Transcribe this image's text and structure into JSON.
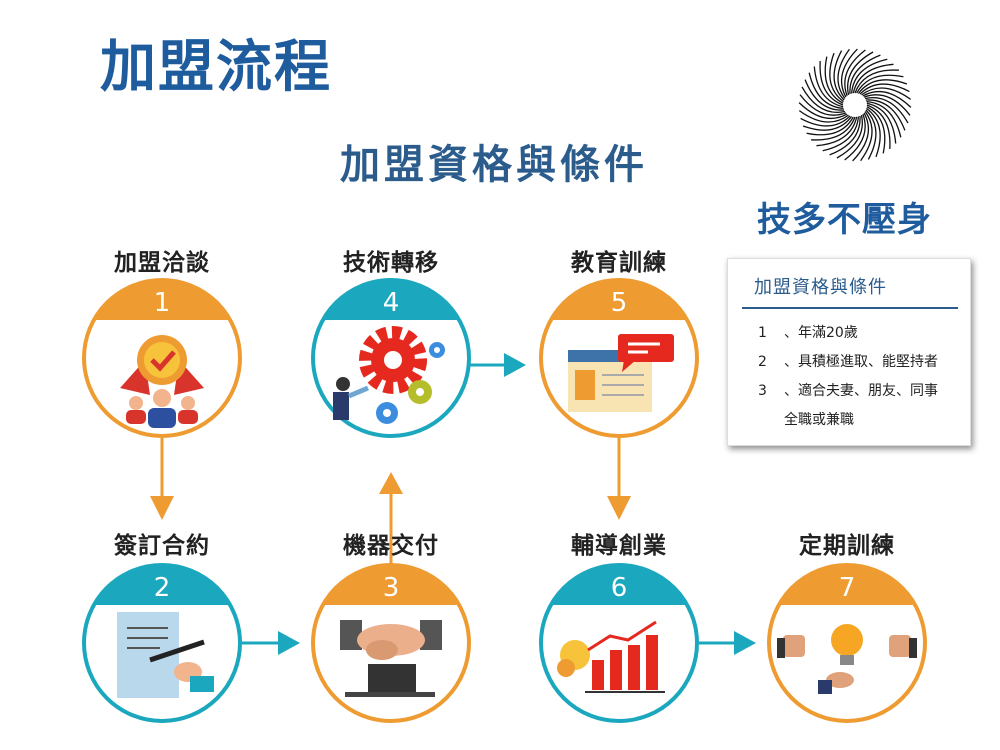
{
  "title": "加盟流程",
  "subtitle": "加盟資格與條件",
  "slogan": "技多不壓身",
  "colors": {
    "orange": "#EE9C32",
    "teal": "#1BA8BE",
    "blue": "#1E5C9E"
  },
  "card": {
    "title": "加盟資格與條件",
    "items": [
      {
        "num": "1",
        "text": "、年滿20歲"
      },
      {
        "num": "2",
        "text": "、具積極進取、能堅持者"
      },
      {
        "num": "3",
        "text": "、適合夫妻、朋友、同事"
      },
      {
        "num": "",
        "text": "全職或兼職"
      }
    ]
  },
  "steps": [
    {
      "num": "1",
      "label": "加盟洽談",
      "icon": "award-team-icon"
    },
    {
      "num": "2",
      "label": "簽訂合約",
      "icon": "contract-sign-icon"
    },
    {
      "num": "3",
      "label": "機器交付",
      "icon": "handshake-icon"
    },
    {
      "num": "4",
      "label": "技術轉移",
      "icon": "gears-icon"
    },
    {
      "num": "5",
      "label": "教育訓練",
      "icon": "training-screen-icon"
    },
    {
      "num": "6",
      "label": "輔導創業",
      "icon": "growth-chart-icon"
    },
    {
      "num": "7",
      "label": "定期訓練",
      "icon": "idea-bulb-icon"
    }
  ]
}
